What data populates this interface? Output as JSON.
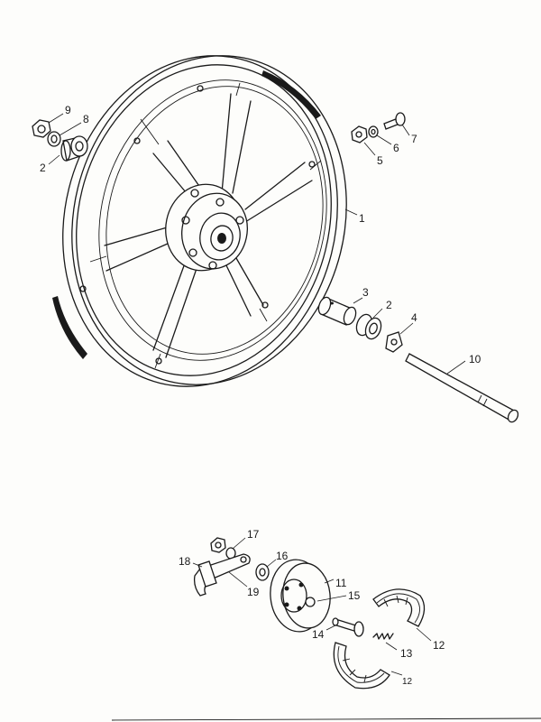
{
  "diagram": {
    "callouts": {
      "c1": "1",
      "c2a": "2",
      "c2b": "2",
      "c3": "3",
      "c4": "4",
      "c5": "5",
      "c6": "6",
      "c7": "7",
      "c8": "8",
      "c9": "9",
      "c10": "10",
      "c11": "11",
      "c12a": "12",
      "c12b": "12",
      "c13": "13",
      "c14": "14",
      "c15": "15",
      "c16": "16",
      "c17": "17",
      "c18": "18",
      "c19": "19"
    }
  }
}
